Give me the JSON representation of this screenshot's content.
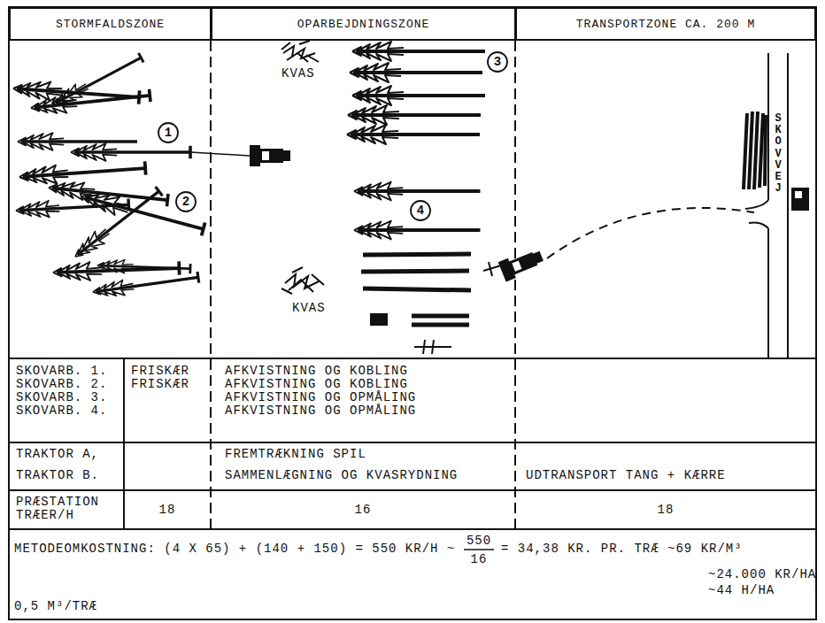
{
  "diagram": {
    "nodes": [
      {
        "text": [
          "STORMFALDSZONE"
        ]
      },
      {
        "text": [
          "OPARBEJDNINGSZONE"
        ]
      },
      {
        "text": [
          "TRANSPORTZONE CA. 200 M"
        ]
      }
    ],
    "labels": [
      "KVAS",
      "KVAS",
      "1",
      "2",
      "3",
      "4",
      "SKOVVEJ",
      "SKOVARB. 1.",
      "SKOVARB. 2.",
      "SKOVARB. 3.",
      "SKOVARB. 4.",
      "FRISKÆR",
      "FRISKÆR",
      "AFKVISTNING OG KOBLING",
      "AFKVISTNING OG KOBLING",
      "AFKVISTNING OG OPMÅLING",
      "AFKVISTNING OG OPMÅLING",
      "TRAKTOR A,",
      "TRAKTOR B.",
      "FREMTRÆKNING SPIL",
      "SAMMENLÆGNING OG KVASRYDNING",
      "UDTRANSPORT TANG + KÆRRE",
      "PRÆSTATION TRÆER/H",
      "18",
      "16",
      "18",
      "METODEOMKOSTNING: (4 X 65) + (140 + 150) = 550 KR/H ~",
      "550",
      "16",
      "= 34,38 KR. PR. TRÆ ~69 KR/M³",
      "~24.000 KR/HA",
      "~44 H/HA",
      "0,5 M³/TRÆ"
    ]
  }
}
